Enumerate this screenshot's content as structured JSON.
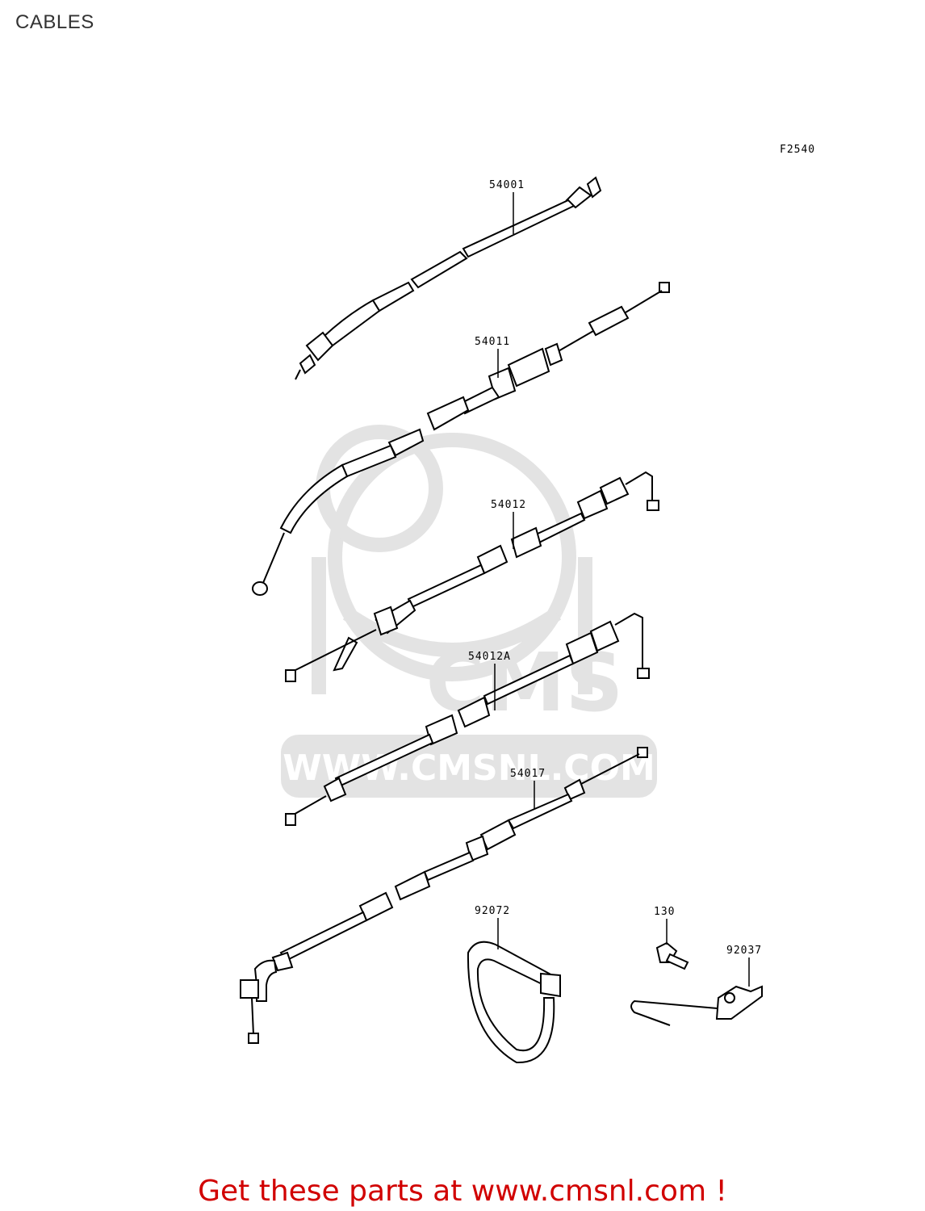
{
  "title": "CABLES",
  "figure_code": "F2540",
  "parts": [
    {
      "number": "54001"
    },
    {
      "number": "54011"
    },
    {
      "number": "54012"
    },
    {
      "number": "54012A"
    },
    {
      "number": "54017"
    },
    {
      "number": "92072"
    },
    {
      "number": "130"
    },
    {
      "number": "92037"
    }
  ],
  "watermark": {
    "text": "WWW.CMSNL.COM",
    "logo_text": "CMS",
    "color": "#e2e2e2"
  },
  "footer": {
    "text": "Get these parts at www.cmsnl.com !",
    "color": "#d10000"
  }
}
